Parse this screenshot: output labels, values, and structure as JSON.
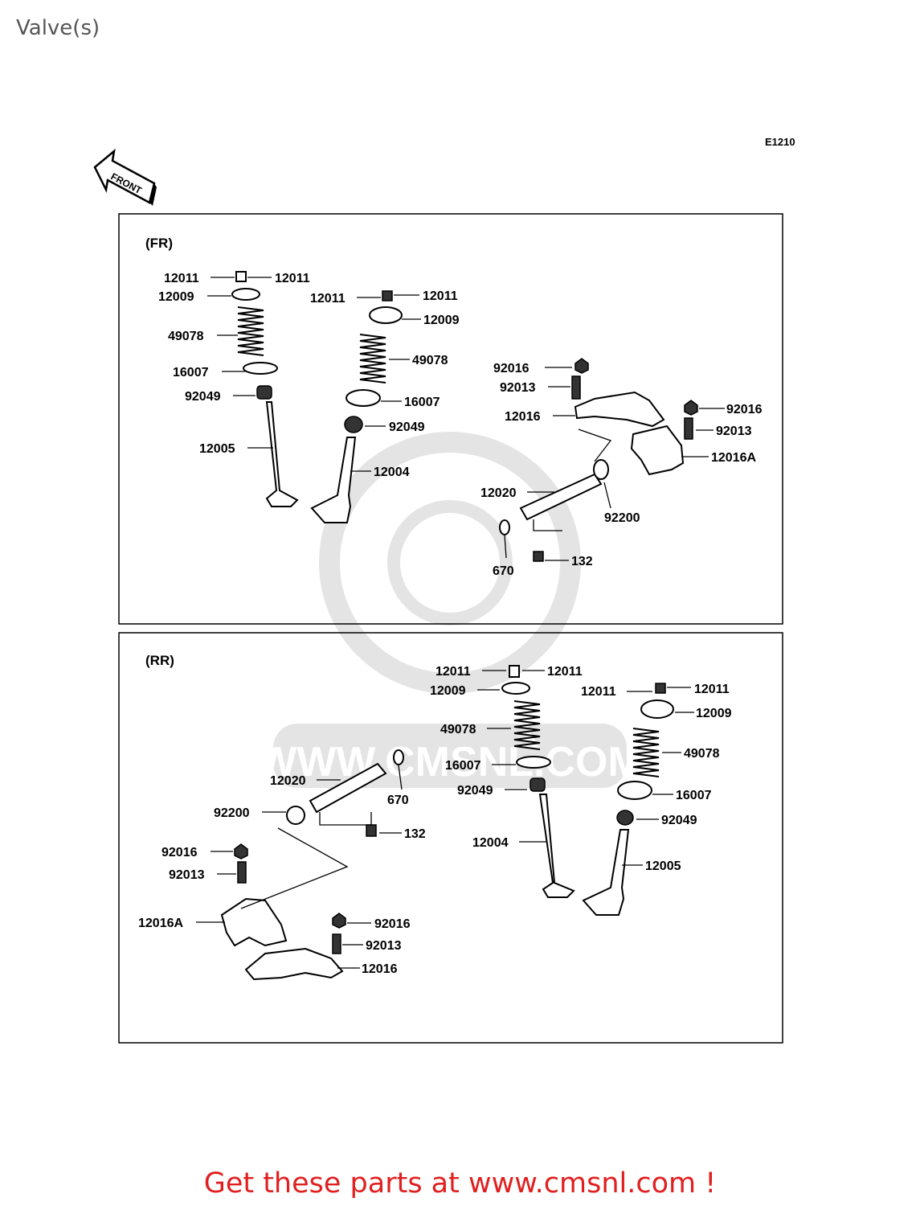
{
  "page_title": "Valve(s)",
  "diagram_code": "E1210",
  "front_label": "FRONT",
  "sections": {
    "fr": "(FR)",
    "rr": "(RR)"
  },
  "watermark": "WWW.CMSNL.COM",
  "promo_text": "Get these parts at www.cmsnl.com !",
  "fr_labels": {
    "cotter_l1": "12011",
    "cotter_l2": "12011",
    "retainer_l": "12009",
    "spring_l": "49078",
    "seat_l": "16007",
    "seal_l": "92049",
    "valve_l": "12005",
    "cotter_r1": "12011",
    "cotter_r2": "12011",
    "retainer_r": "12009",
    "spring_r": "49078",
    "seat_r": "16007",
    "seal_r": "92049",
    "valve_r": "12004",
    "nut_a": "92016",
    "screw_a": "92013",
    "arm_a": "12016",
    "nut_b": "92016",
    "screw_b": "92013",
    "arm_b": "12016A",
    "shaft": "12020",
    "washer": "92200",
    "oring": "670",
    "bolt": "132"
  },
  "rr_labels": {
    "cotter_l1": "12011",
    "cotter_l2": "12011",
    "retainer_l": "12009",
    "spring_l": "49078",
    "seat_l": "16007",
    "seal_l": "92049",
    "valve_l": "12004",
    "cotter_r1": "12011",
    "cotter_r2": "12011",
    "retainer_r": "12009",
    "spring_r": "49078",
    "seat_r": "16007",
    "seal_r": "92049",
    "valve_r": "12005",
    "shaft": "12020",
    "oring": "670",
    "washer": "92200",
    "bolt": "132",
    "nut_a": "92016",
    "screw_a": "92013",
    "arm_a": "12016A",
    "nut_b": "92016",
    "screw_b": "92013",
    "arm_b": "12016"
  }
}
